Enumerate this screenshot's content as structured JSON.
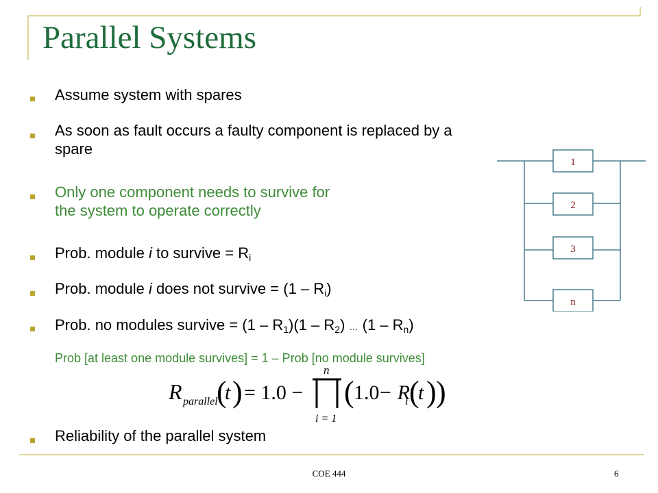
{
  "slide": {
    "title": "Parallel Systems",
    "bullets": [
      {
        "text": "Assume system with spares"
      },
      {
        "line1": "As soon as fault occurs a faulty component is replaced by a",
        "line2": "spare"
      },
      {
        "line1": "Only one component needs to survive for",
        "line2": "the system to operate correctly"
      },
      {
        "prefix": "Prob. module ",
        "var": "i",
        "middle": " to survive = R",
        "sub": "i"
      },
      {
        "prefix": "Prob. module ",
        "var": "i",
        "middle": " does not survive = (1 – R",
        "sub": "i",
        "suffix": ")"
      },
      {
        "prefix": "Prob. no modules survive = (1 – R",
        "sub1": "1",
        "mid1": ")(1 – R",
        "sub2": "2",
        "mid2": ") ",
        "dots": "…",
        "mid3": " (1 – R",
        "sub3": "n",
        "suffix": ")"
      },
      {
        "text": "Reliability of the parallel system"
      }
    ],
    "note": "Prob [at least one module survives] = 1 – Prob [no module survives]",
    "formula": {
      "R": "R",
      "sub": "parallel",
      "t": "t",
      "equals_part": "= 1.0 −",
      "upper": "n",
      "lower": "i = 1",
      "one": "1.0",
      "minus_r": "− R",
      "ri_sub": "i"
    },
    "diagram": {
      "boxes": [
        "1",
        "2",
        "3",
        "n"
      ]
    },
    "footer": {
      "course": "COE 444",
      "page": "6"
    }
  },
  "colors": {
    "title": "#1e6b3c",
    "green_text": "#3d8b37",
    "bullet": "#b8a62f",
    "decor": "#ddd69a",
    "box_border": "#4a7f8f",
    "box_text": "#8b1a1a"
  }
}
